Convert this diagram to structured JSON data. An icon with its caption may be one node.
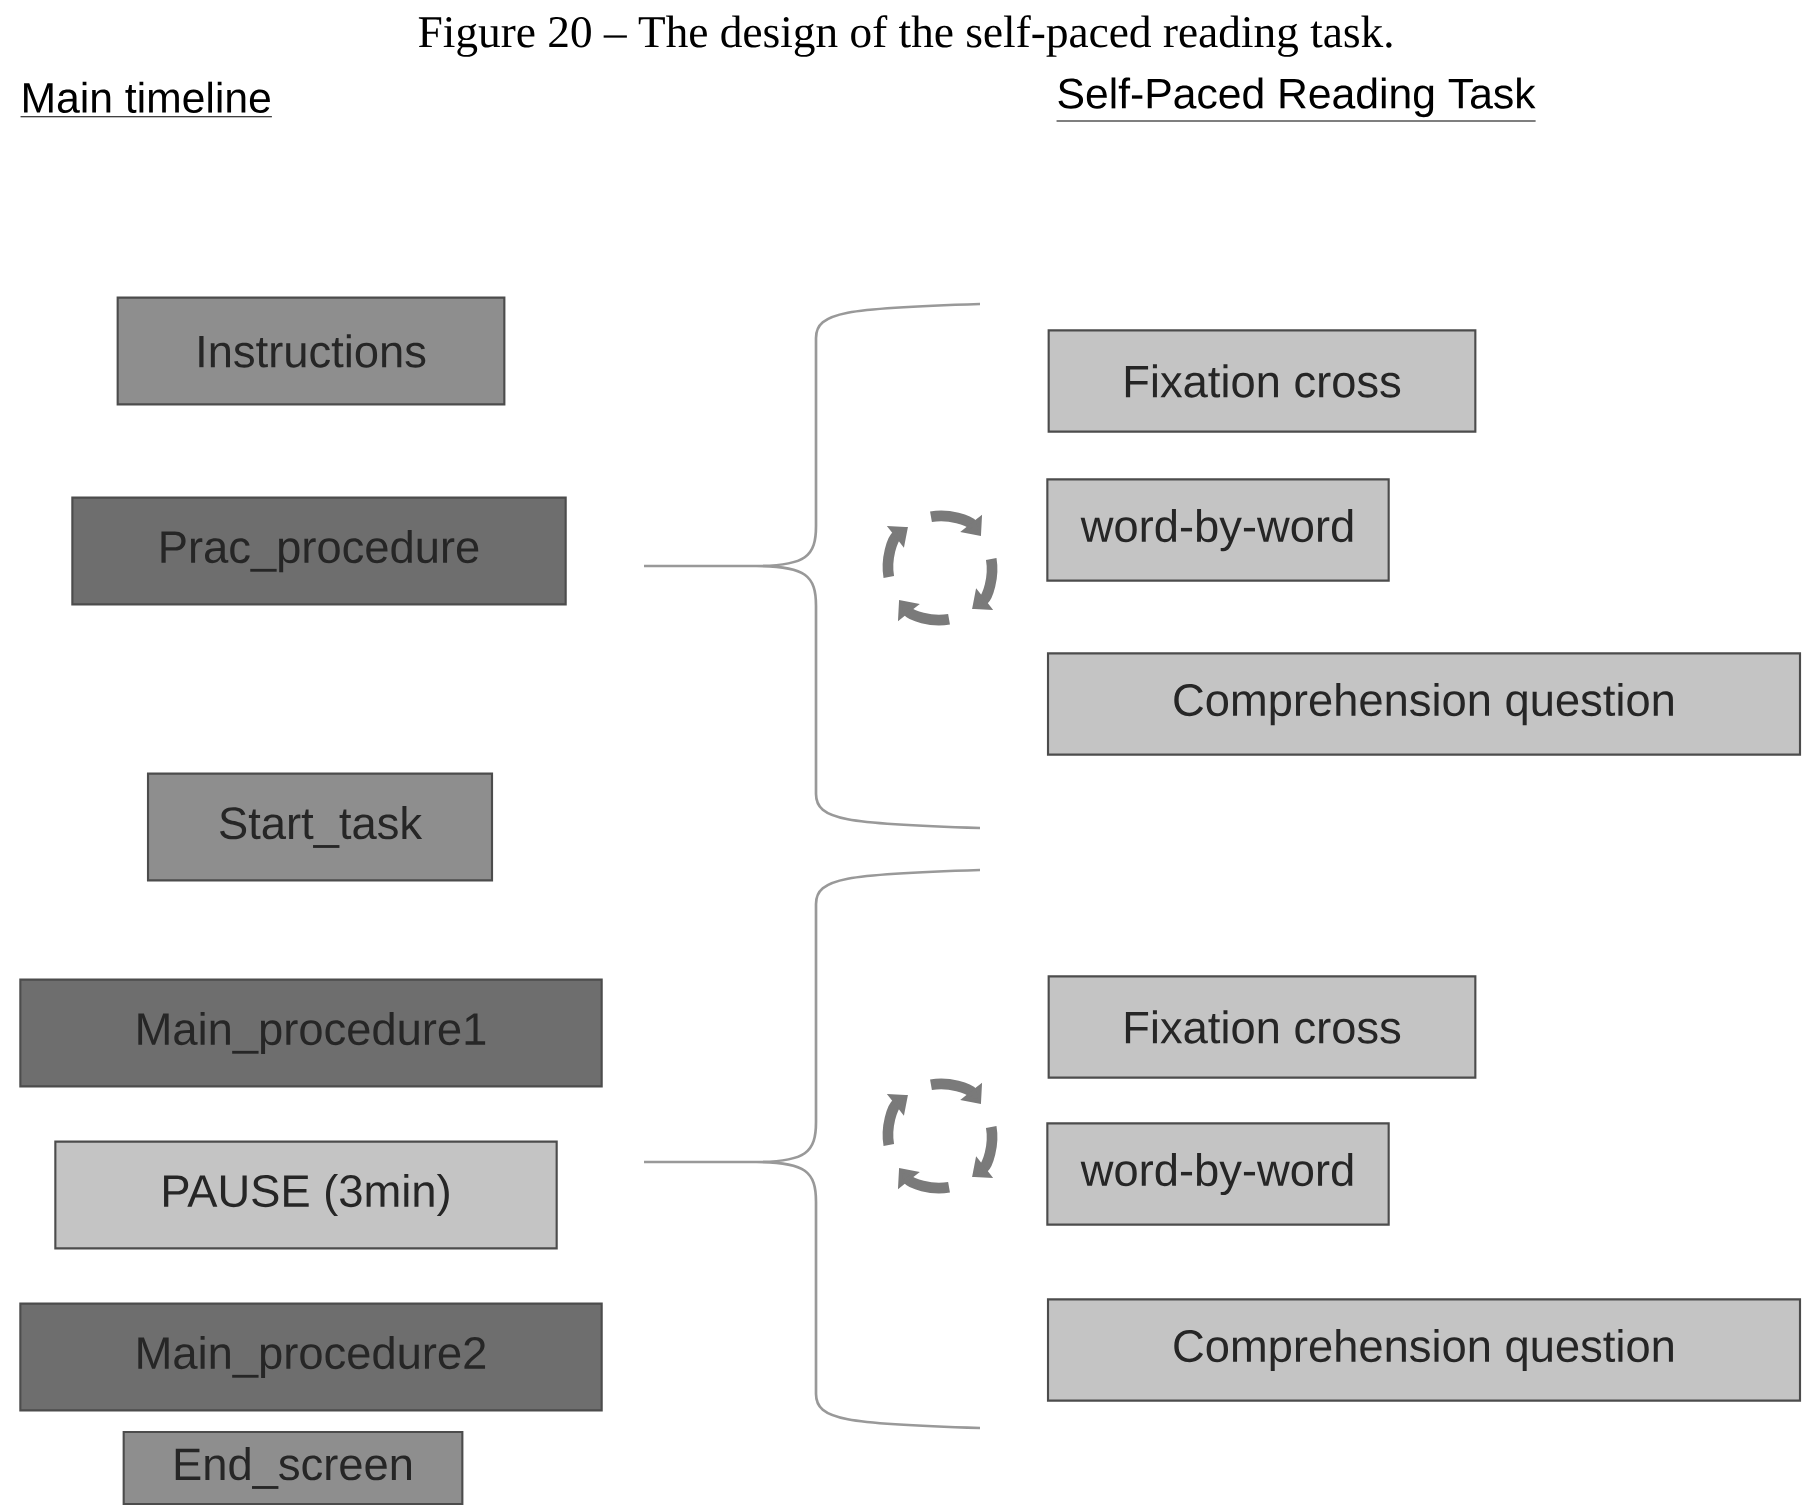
{
  "diagram": {
    "title": "Figure 20 – The design of the self-paced reading task.",
    "nodes": [
      {
        "text": [
          "Instructions"
        ]
      },
      {
        "text": [
          "Prac_procedure"
        ]
      },
      {
        "text": [
          "Start_task"
        ]
      },
      {
        "text": [
          "Main_procedure1"
        ]
      },
      {
        "text": [
          "PAUSE (3min)"
        ]
      },
      {
        "text": [
          "Main_procedure2"
        ]
      },
      {
        "text": [
          "End_screen"
        ]
      },
      {
        "text": [
          "Fixation cross"
        ]
      },
      {
        "text": [
          "word-by-word"
        ]
      },
      {
        "text": [
          "Comprehension question"
        ]
      },
      {
        "text": [
          "Fixation cross"
        ]
      },
      {
        "text": [
          "word-by-word"
        ]
      },
      {
        "text": [
          "Comprehension question"
        ]
      }
    ],
    "labels": [
      "Main timeline",
      "Self-Paced Reading Task"
    ]
  }
}
